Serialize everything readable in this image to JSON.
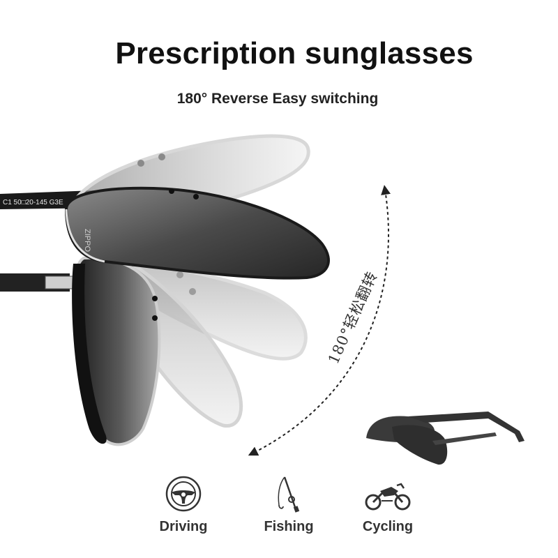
{
  "header": {
    "title": "Prescription sunglasses",
    "subtitle": "180° Reverse Easy switching"
  },
  "product": {
    "temple_marking": "C1 50□20-145 G3E",
    "brand_mark": "ZIPPO",
    "rotation_text": "180°轻松翻转"
  },
  "features": [
    {
      "label": "Driving",
      "icon": "steering-wheel-icon"
    },
    {
      "label": "Fishing",
      "icon": "fishing-rod-icon"
    },
    {
      "label": "Cycling",
      "icon": "motorcycle-icon"
    }
  ],
  "colors": {
    "text": "#111111",
    "lens_dark": "#2b2b2b",
    "lens_light": "#dcdcdc"
  }
}
